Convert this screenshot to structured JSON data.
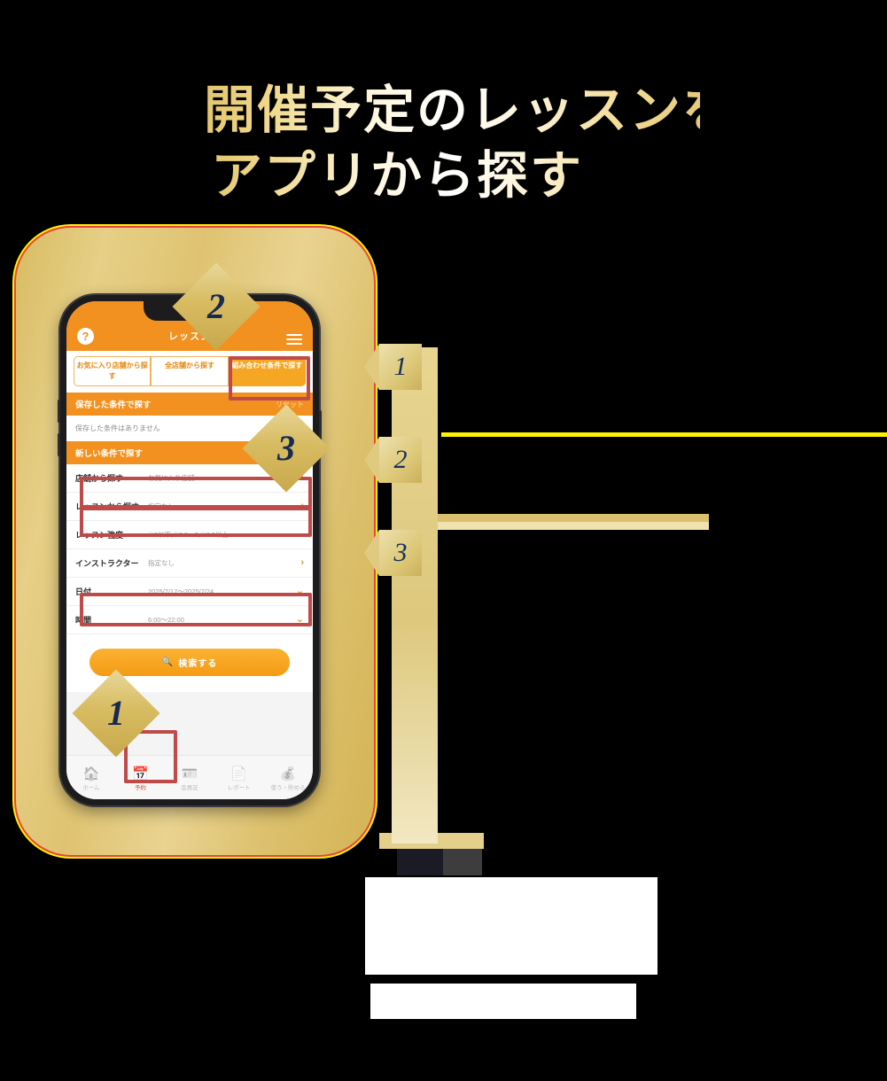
{
  "headline": {
    "line1": "開催予定のレッスンを",
    "line2": "アプリから探す"
  },
  "colors": {
    "gold": "#dfc372",
    "orange": "#f2911f",
    "accent_red": "#bf4a4a",
    "navy": "#16305e",
    "glow_yellow": "#fff200",
    "glow_red": "#e8453c"
  },
  "phone": {
    "app_header": {
      "help_icon": "question-icon",
      "title": "レッスン",
      "menu_icon": "hamburger-icon"
    },
    "segmented_tabs": [
      {
        "label": "お気に入り店舗から探す",
        "active": false
      },
      {
        "label": "全店舗から探す",
        "active": false
      },
      {
        "label": "組み合わせ条件で探す",
        "active": true
      }
    ],
    "saved_section": {
      "title": "保存した条件で探す",
      "action": "リセット",
      "empty_note": "保存した条件はありません"
    },
    "new_section": {
      "title": "新しい条件で探す"
    },
    "option_rows": [
      {
        "label": "店舗から探す",
        "value": "お気に入り店舗",
        "chevron": "chevron-right-icon"
      },
      {
        "label": "レッスンから探す",
        "value": "指定なし",
        "chevron": "chevron-right-icon"
      },
      {
        "label": "レッスン強度",
        "value": "♡2以下,♡2.5〜3,♡3.5以上",
        "chevron": "chevron-down-icon"
      },
      {
        "label": "インストラクター",
        "value": "指定なし",
        "chevron": "chevron-right-icon"
      },
      {
        "label": "日付",
        "value": "2025/7/17〜2025/7/24",
        "chevron": "chevron-down-icon"
      },
      {
        "label": "時間",
        "value": "6:00〜22:00",
        "chevron": "chevron-down-icon"
      }
    ],
    "search_button": {
      "icon": "search-icon",
      "label": "検索する"
    },
    "bottom_nav": [
      {
        "label": "ホーム",
        "glyph": "🏠",
        "active": false
      },
      {
        "label": "予約",
        "glyph": "📅",
        "active": true
      },
      {
        "label": "会員証",
        "glyph": "🪪",
        "active": false
      },
      {
        "label": "レポート",
        "glyph": "📄",
        "active": false
      },
      {
        "label": "使う・貯める",
        "glyph": "💰",
        "active": false
      }
    ]
  },
  "step_badges": [
    {
      "number": "1"
    },
    {
      "number": "2"
    },
    {
      "number": "3"
    }
  ],
  "markers": [
    {
      "number": "1",
      "text": ""
    },
    {
      "number": "2",
      "text": ""
    },
    {
      "number": "3",
      "text": ""
    }
  ]
}
